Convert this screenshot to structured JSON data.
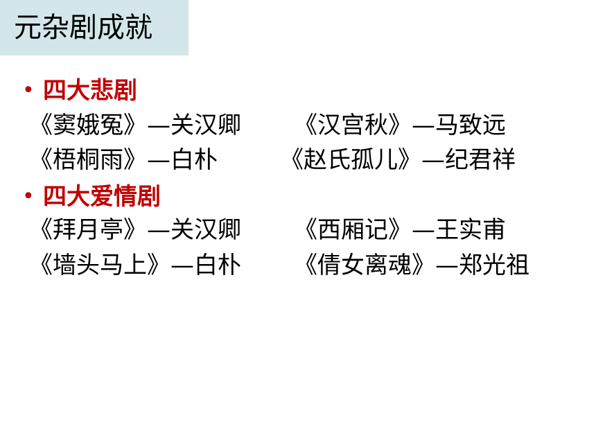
{
  "slide_title": "元杂剧成就",
  "sections": [
    {
      "bullet": "•",
      "heading": "四大悲剧",
      "rows": [
        [
          "《窦娥冤》—关汉卿",
          "《汉宫秋》—马致远"
        ],
        [
          "《梧桐雨》—白朴",
          "《赵氏孤儿》—纪君祥"
        ]
      ]
    },
    {
      "bullet": "•",
      "heading": "四大爱情剧",
      "rows": [
        [
          "《拜月亭》—关汉卿",
          "《西厢记》—王实甫"
        ],
        [
          "《墙头马上》—白朴",
          "《倩女离魂》—郑光祖"
        ]
      ]
    }
  ],
  "colors": {
    "title_bg": "#d4e6ea",
    "heading": "#c00000",
    "text": "#000000"
  }
}
